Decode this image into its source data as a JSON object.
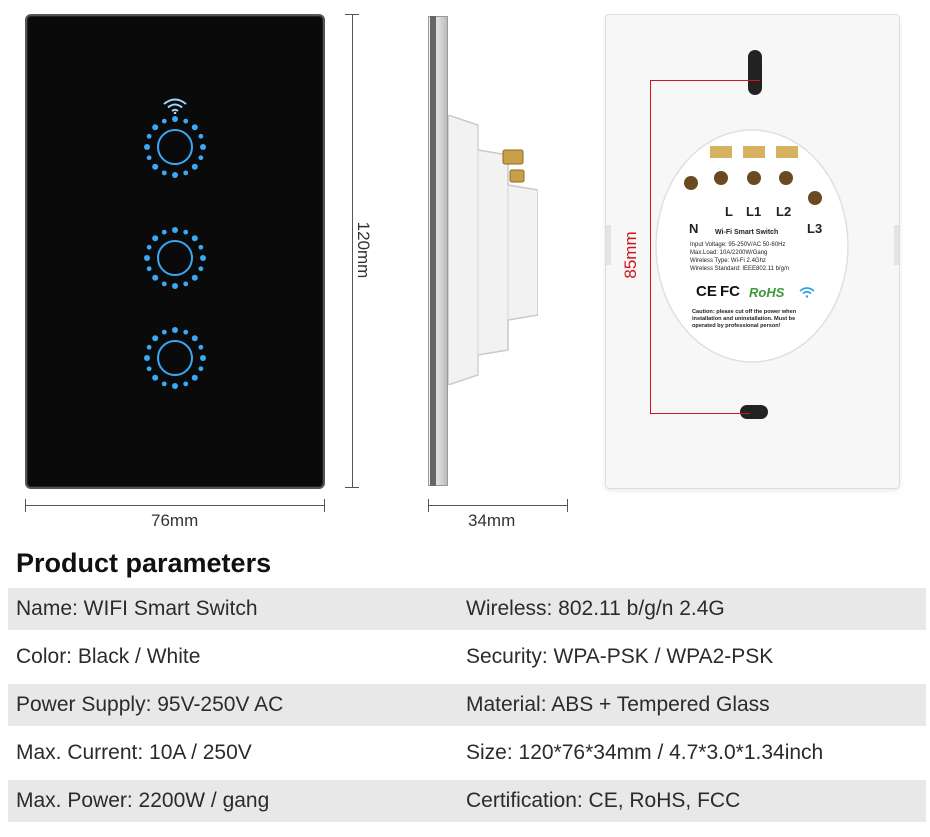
{
  "dimensions": {
    "width": "76mm",
    "height": "120mm",
    "depth": "34mm",
    "mount": "85mm"
  },
  "back_labels": {
    "terminal_n": "N",
    "terminal_l": "L",
    "terminal_l1": "L1",
    "terminal_l2": "L2",
    "terminal_l3": "L3",
    "title": "Wi-Fi Smart Switch",
    "spec_lines": [
      "Input Voltage: 95-250V/AC 50-60Hz",
      "Max.Load: 10A/2200W/Gang",
      "Wireless Type: Wi-Fi 2.4Ghz",
      "Wireless Standard: IEEE802.11 b/g/n"
    ],
    "ce": "CE",
    "fc": "FC",
    "rohs": "RoHS",
    "caution_lines": [
      "Caution: please cut off the power when",
      "installation and uninstallation. Must be",
      "operated by professional person!"
    ]
  },
  "colors": {
    "touch_blue": "#3aa9f5",
    "rohs_green": "#3a9a3a",
    "dim_red": "#d0151d",
    "row_bg": "#e8e8e8"
  },
  "params": {
    "title": "Product parameters",
    "rows": [
      {
        "left": "Name: WIFI Smart Switch",
        "right": "Wireless: 802.11 b/g/n 2.4G"
      },
      {
        "left": "Color: Black / White",
        "right": "Security: WPA-PSK / WPA2-PSK"
      },
      {
        "left": "Power Supply: 95V-250V AC",
        "right": "Material: ABS + Tempered Glass"
      },
      {
        "left": "Max. Current: 10A / 250V",
        "right": "Size: 120*76*34mm / 4.7*3.0*1.34inch"
      },
      {
        "left": "Max. Power: 2200W / gang",
        "right": "Certification: CE, RoHS, FCC"
      }
    ]
  }
}
